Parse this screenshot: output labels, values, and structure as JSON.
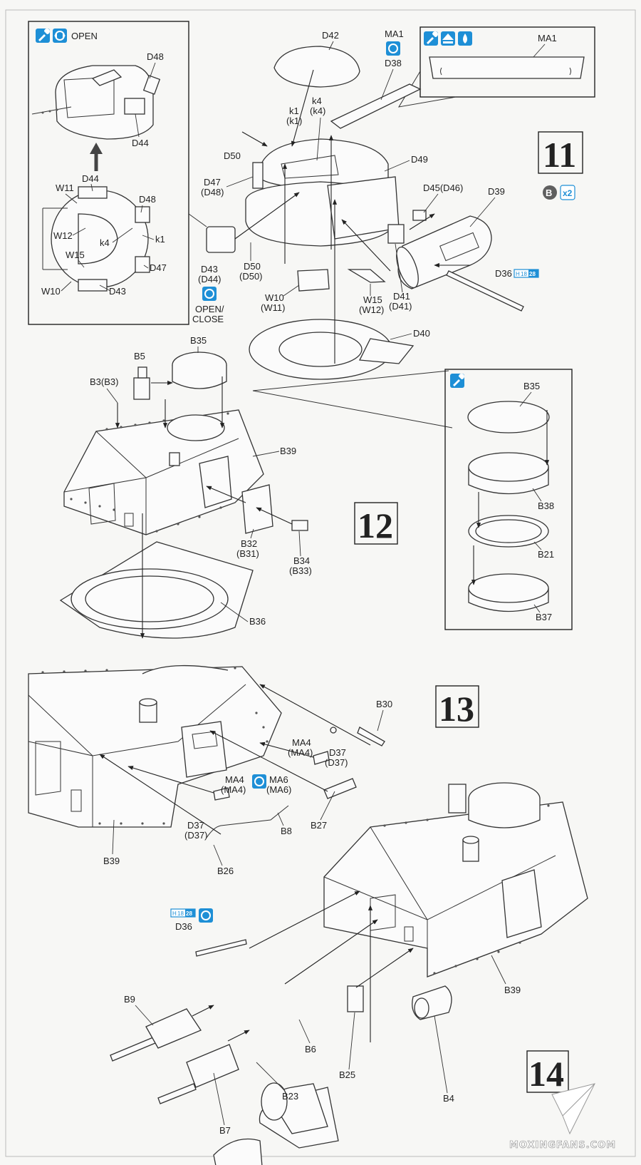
{
  "steps": {
    "s11": "11",
    "s12": "12",
    "s13": "13",
    "s14": "14"
  },
  "step11": {
    "inset_open_label": "OPEN",
    "inset_labels": {
      "d48": "D48",
      "d44": "D44",
      "d44b": "D44",
      "w11": "W11",
      "d48b": "D48",
      "w12": "W12",
      "k4": "k4",
      "k1": "k1",
      "w15": "W15",
      "d47": "D47",
      "w10": "W10",
      "d43": "D43"
    },
    "ma1_box_label": "MA1",
    "callouts": {
      "d42": "D42",
      "ma1": "MA1",
      "d38": "D38",
      "k1": "k1",
      "k1p": "(k1)",
      "k4": "k4",
      "k4p": "(k4)",
      "d50": "D50",
      "d49": "D49",
      "d47": "D47",
      "d48p": "(D48)",
      "d45": "D45(D46)",
      "d39": "D39",
      "d43": "D43",
      "d44p": "(D44)",
      "d50b": "D50",
      "d50p": "(D50)",
      "w10": "W10",
      "w11p": "(W11)",
      "w15": "W15",
      "w12p": "(W12)",
      "d41": "D41",
      "d41p": "(D41)",
      "d36": "D36",
      "d40": "D40",
      "open_close_1": "OPEN/",
      "open_close_2": "CLOSE"
    },
    "marker_b": "B",
    "marker_x2": "x2",
    "paint_tag": {
      "h": "H",
      "n1": "18",
      "n2": "28"
    }
  },
  "step12": {
    "callouts": {
      "b35": "B35",
      "b5": "B5",
      "b3": "B3(B3)",
      "b39": "B39",
      "b32": "B32",
      "b31p": "(B31)",
      "b34": "B34",
      "b33p": "(B33)",
      "b36": "B36"
    },
    "inset_labels": {
      "b35": "B35",
      "b38": "B38",
      "b21": "B21",
      "b37": "B37"
    }
  },
  "step13": {
    "callouts": {
      "b30": "B30",
      "ma4": "MA4",
      "ma4p": "(MA4)",
      "d37": "D37",
      "d37p": "(D37)",
      "ma4b": "MA4",
      "ma4bp": "(MA4)",
      "ma6": "MA6",
      "ma6p": "(MA6)",
      "d37b": "D37",
      "d37bp": "(D37)",
      "b8": "B8",
      "b27": "B27",
      "b26": "B26",
      "b39": "B39"
    }
  },
  "step14": {
    "callouts": {
      "d36": "D36",
      "b9": "B9",
      "b6": "B6",
      "b25": "B25",
      "b23": "B23",
      "b4": "B4",
      "b7": "B7",
      "b39": "B39"
    },
    "paint_tag": {
      "h": "H",
      "n1": "18",
      "n2": "28"
    }
  },
  "watermark": "MOXINGFANS.COM",
  "colors": {
    "icon_blue": "#1e8fd6",
    "marker_grey": "#5f5f5f",
    "line": "#222222"
  }
}
